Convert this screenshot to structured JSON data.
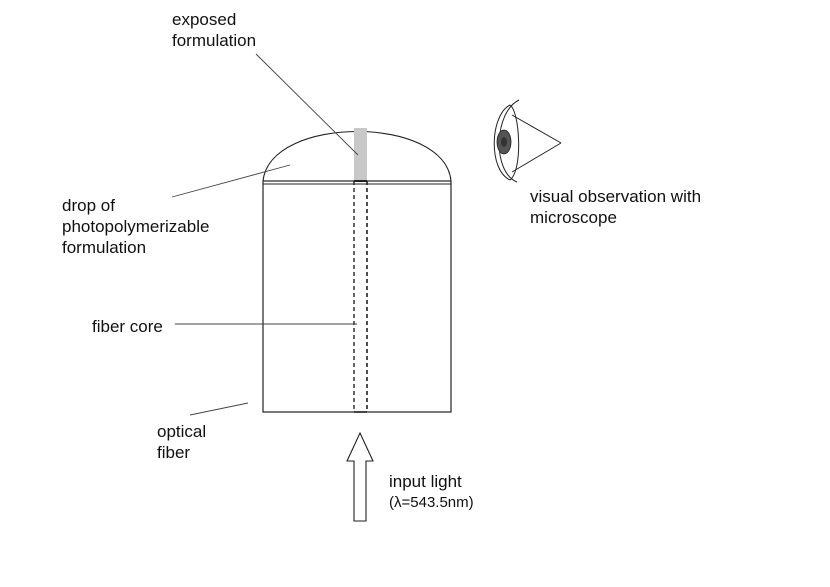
{
  "labels": {
    "exposed": [
      "exposed",
      "formulation"
    ],
    "drop": [
      "drop of",
      "photopolymerizable",
      "formulation"
    ],
    "fiber_core": "fiber core",
    "optical": [
      "optical",
      "fiber"
    ],
    "input": [
      "input light",
      "(λ=543.5nm)"
    ],
    "visual": [
      "visual observation with",
      "microscope"
    ]
  },
  "colors": {
    "line": "#222222",
    "exposed_region": "#c8c8c8",
    "eye_iris": "#555555"
  }
}
